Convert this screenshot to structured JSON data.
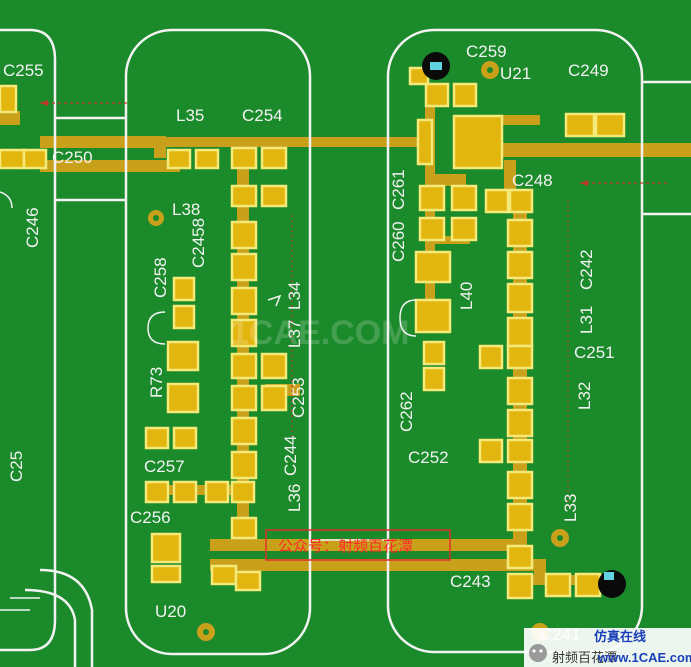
{
  "labels": {
    "c255": "C255",
    "c250": "C250",
    "c246": "C246",
    "c25": "C25",
    "l35": "L35",
    "c254": "C254",
    "l38": "L38",
    "c2458": "C2458",
    "c258": "C258",
    "r73": "R73",
    "l34": "L34",
    "l37": "L37",
    "c253": "C253",
    "c244": "C244",
    "l36": "L36",
    "c257": "C257",
    "c256": "C256",
    "u20": "U20",
    "c259": "C259",
    "u21": "U21",
    "c249": "C249",
    "c260": "C260",
    "c261": "C261",
    "c248": "C248",
    "l40": "L40",
    "l31": "L31",
    "c242": "C242",
    "c251": "C251",
    "c262": "C262",
    "l32": "L32",
    "c252": "C252",
    "l33": "L33",
    "c243": "C243",
    "c241": "C241"
  },
  "watermark": "1CAE.COM",
  "stamp": "公众号：射频百花潭",
  "logo": {
    "text_left": "射频百花潭",
    "text_right": "www.1CAE.com",
    "text_top": "仿真在线"
  }
}
